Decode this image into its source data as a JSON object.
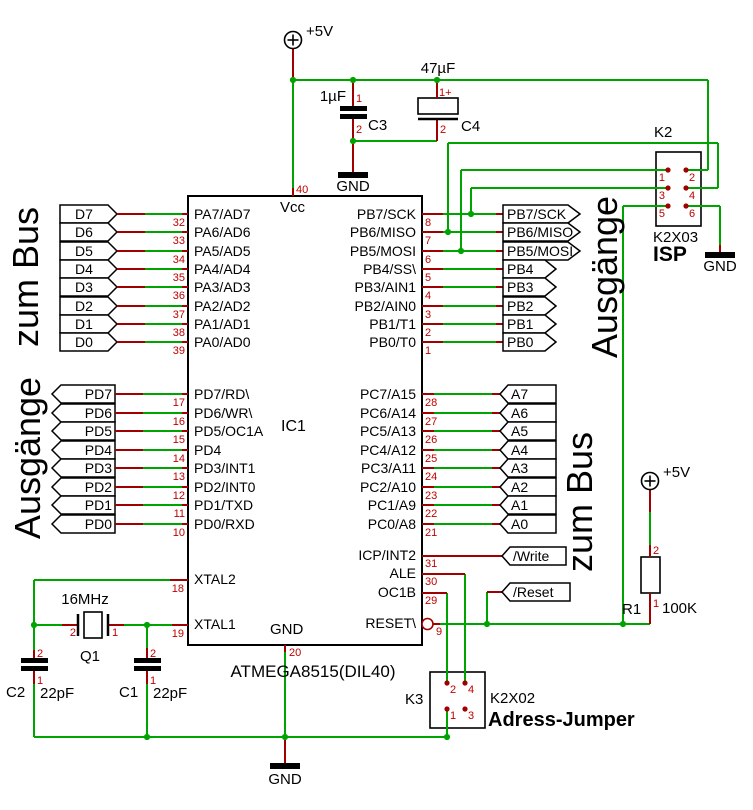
{
  "colors": {
    "wire": "#00a400",
    "stub": "#a00000",
    "number": "#c00000",
    "outline": "#000000",
    "text": "#000000",
    "background": "#ffffff"
  },
  "ic": {
    "ref": "IC1",
    "part": "ATMEGA8515(DIL40)",
    "vcc": "Vcc",
    "gnd": "GND",
    "vcc_pin": "40",
    "gnd_pin": "20"
  },
  "port_a": [
    {
      "flag": "D7",
      "name": "PA7/AD7",
      "num": "32"
    },
    {
      "flag": "D6",
      "name": "PA6/AD6",
      "num": "33"
    },
    {
      "flag": "D5",
      "name": "PA5/AD5",
      "num": "34"
    },
    {
      "flag": "D4",
      "name": "PA4/AD4",
      "num": "35"
    },
    {
      "flag": "D3",
      "name": "PA3/AD3",
      "num": "36"
    },
    {
      "flag": "D2",
      "name": "PA2/AD2",
      "num": "37"
    },
    {
      "flag": "D1",
      "name": "PA1/AD1",
      "num": "38"
    },
    {
      "flag": "D0",
      "name": "PA0/AD0",
      "num": "39"
    }
  ],
  "port_b": [
    {
      "name": "PB7/SCK",
      "num": "8",
      "flag": "PB7/SCK"
    },
    {
      "name": "PB6/MISO",
      "num": "7",
      "flag": "PB6/MISO"
    },
    {
      "name": "PB5/MOSI",
      "num": "6",
      "flag": "PB5/MOSI"
    },
    {
      "name": "PB4/SS\\",
      "num": "5",
      "flag": "PB4"
    },
    {
      "name": "PB3/AIN1",
      "num": "4",
      "flag": "PB3"
    },
    {
      "name": "PB2/AIN0",
      "num": "3",
      "flag": "PB2"
    },
    {
      "name": "PB1/T1",
      "num": "2",
      "flag": "PB1"
    },
    {
      "name": "PB0/T0",
      "num": "1",
      "flag": "PB0"
    }
  ],
  "port_d": [
    {
      "flag": "PD7",
      "name": "PD7/RD\\",
      "num": "17"
    },
    {
      "flag": "PD6",
      "name": "PD6/WR\\",
      "num": "16"
    },
    {
      "flag": "PD5",
      "name": "PD5/OC1A",
      "num": "15"
    },
    {
      "flag": "PD4",
      "name": "PD4",
      "num": "14"
    },
    {
      "flag": "PD3",
      "name": "PD3/INT1",
      "num": "13"
    },
    {
      "flag": "PD2",
      "name": "PD2/INT0",
      "num": "12"
    },
    {
      "flag": "PD1",
      "name": "PD1/TXD",
      "num": "11"
    },
    {
      "flag": "PD0",
      "name": "PD0/RXD",
      "num": "10"
    }
  ],
  "port_c": [
    {
      "name": "PC7/A15",
      "num": "28",
      "flag": "A7"
    },
    {
      "name": "PC6/A14",
      "num": "27",
      "flag": "A6"
    },
    {
      "name": "PC5/A13",
      "num": "26",
      "flag": "A5"
    },
    {
      "name": "PC4/A12",
      "num": "25",
      "flag": "A4"
    },
    {
      "name": "PC3/A11",
      "num": "24",
      "flag": "A3"
    },
    {
      "name": "PC2/A10",
      "num": "23",
      "flag": "A2"
    },
    {
      "name": "PC1/A9",
      "num": "22",
      "flag": "A1"
    },
    {
      "name": "PC0/A8",
      "num": "21",
      "flag": "A0"
    }
  ],
  "control_pins": {
    "icp": {
      "name": "ICP/INT2",
      "num": "31"
    },
    "ale": {
      "name": "ALE",
      "num": "30"
    },
    "oc1b": {
      "name": "OC1B",
      "num": "29"
    },
    "reset": {
      "name": "RESET\\",
      "num": "9"
    },
    "xtal2": {
      "name": "XTAL2",
      "num": "18"
    },
    "xtal1": {
      "name": "XTAL1",
      "num": "19"
    }
  },
  "control_flags": {
    "write": "/Write",
    "reset": "/Reset"
  },
  "power": {
    "p5": "+5V",
    "gnd": "GND"
  },
  "components": {
    "c3": {
      "ref": "C3",
      "value": "1µF",
      "p1": "1",
      "p2": "2"
    },
    "c4": {
      "ref": "C4",
      "value": "47µF",
      "p1": "1+",
      "p2": "2"
    },
    "c2": {
      "ref": "C2",
      "value": "22pF",
      "p1": "1",
      "p2": "2"
    },
    "c1": {
      "ref": "C1",
      "value": "22pF",
      "p1": "1",
      "p2": "2"
    },
    "q1": {
      "ref": "Q1",
      "value": "16MHz",
      "p1": "1",
      "p2": "2"
    },
    "r1": {
      "ref": "R1",
      "value": "100K",
      "p1": "1",
      "p2": "2"
    },
    "k2": {
      "ref": "K2",
      "part": "K2X03",
      "label": "ISP",
      "pins": [
        "1",
        "2",
        "3",
        "4",
        "5",
        "6"
      ]
    },
    "k3": {
      "ref": "K3",
      "part": "K2X02",
      "label": "Adress-Jumper",
      "pins": [
        "1",
        "2",
        "3",
        "4"
      ]
    }
  },
  "annotations": {
    "bus_left": "zum Bus",
    "out_left": "Ausgänge",
    "out_right": "Ausgänge",
    "bus_right": "zum Bus"
  }
}
